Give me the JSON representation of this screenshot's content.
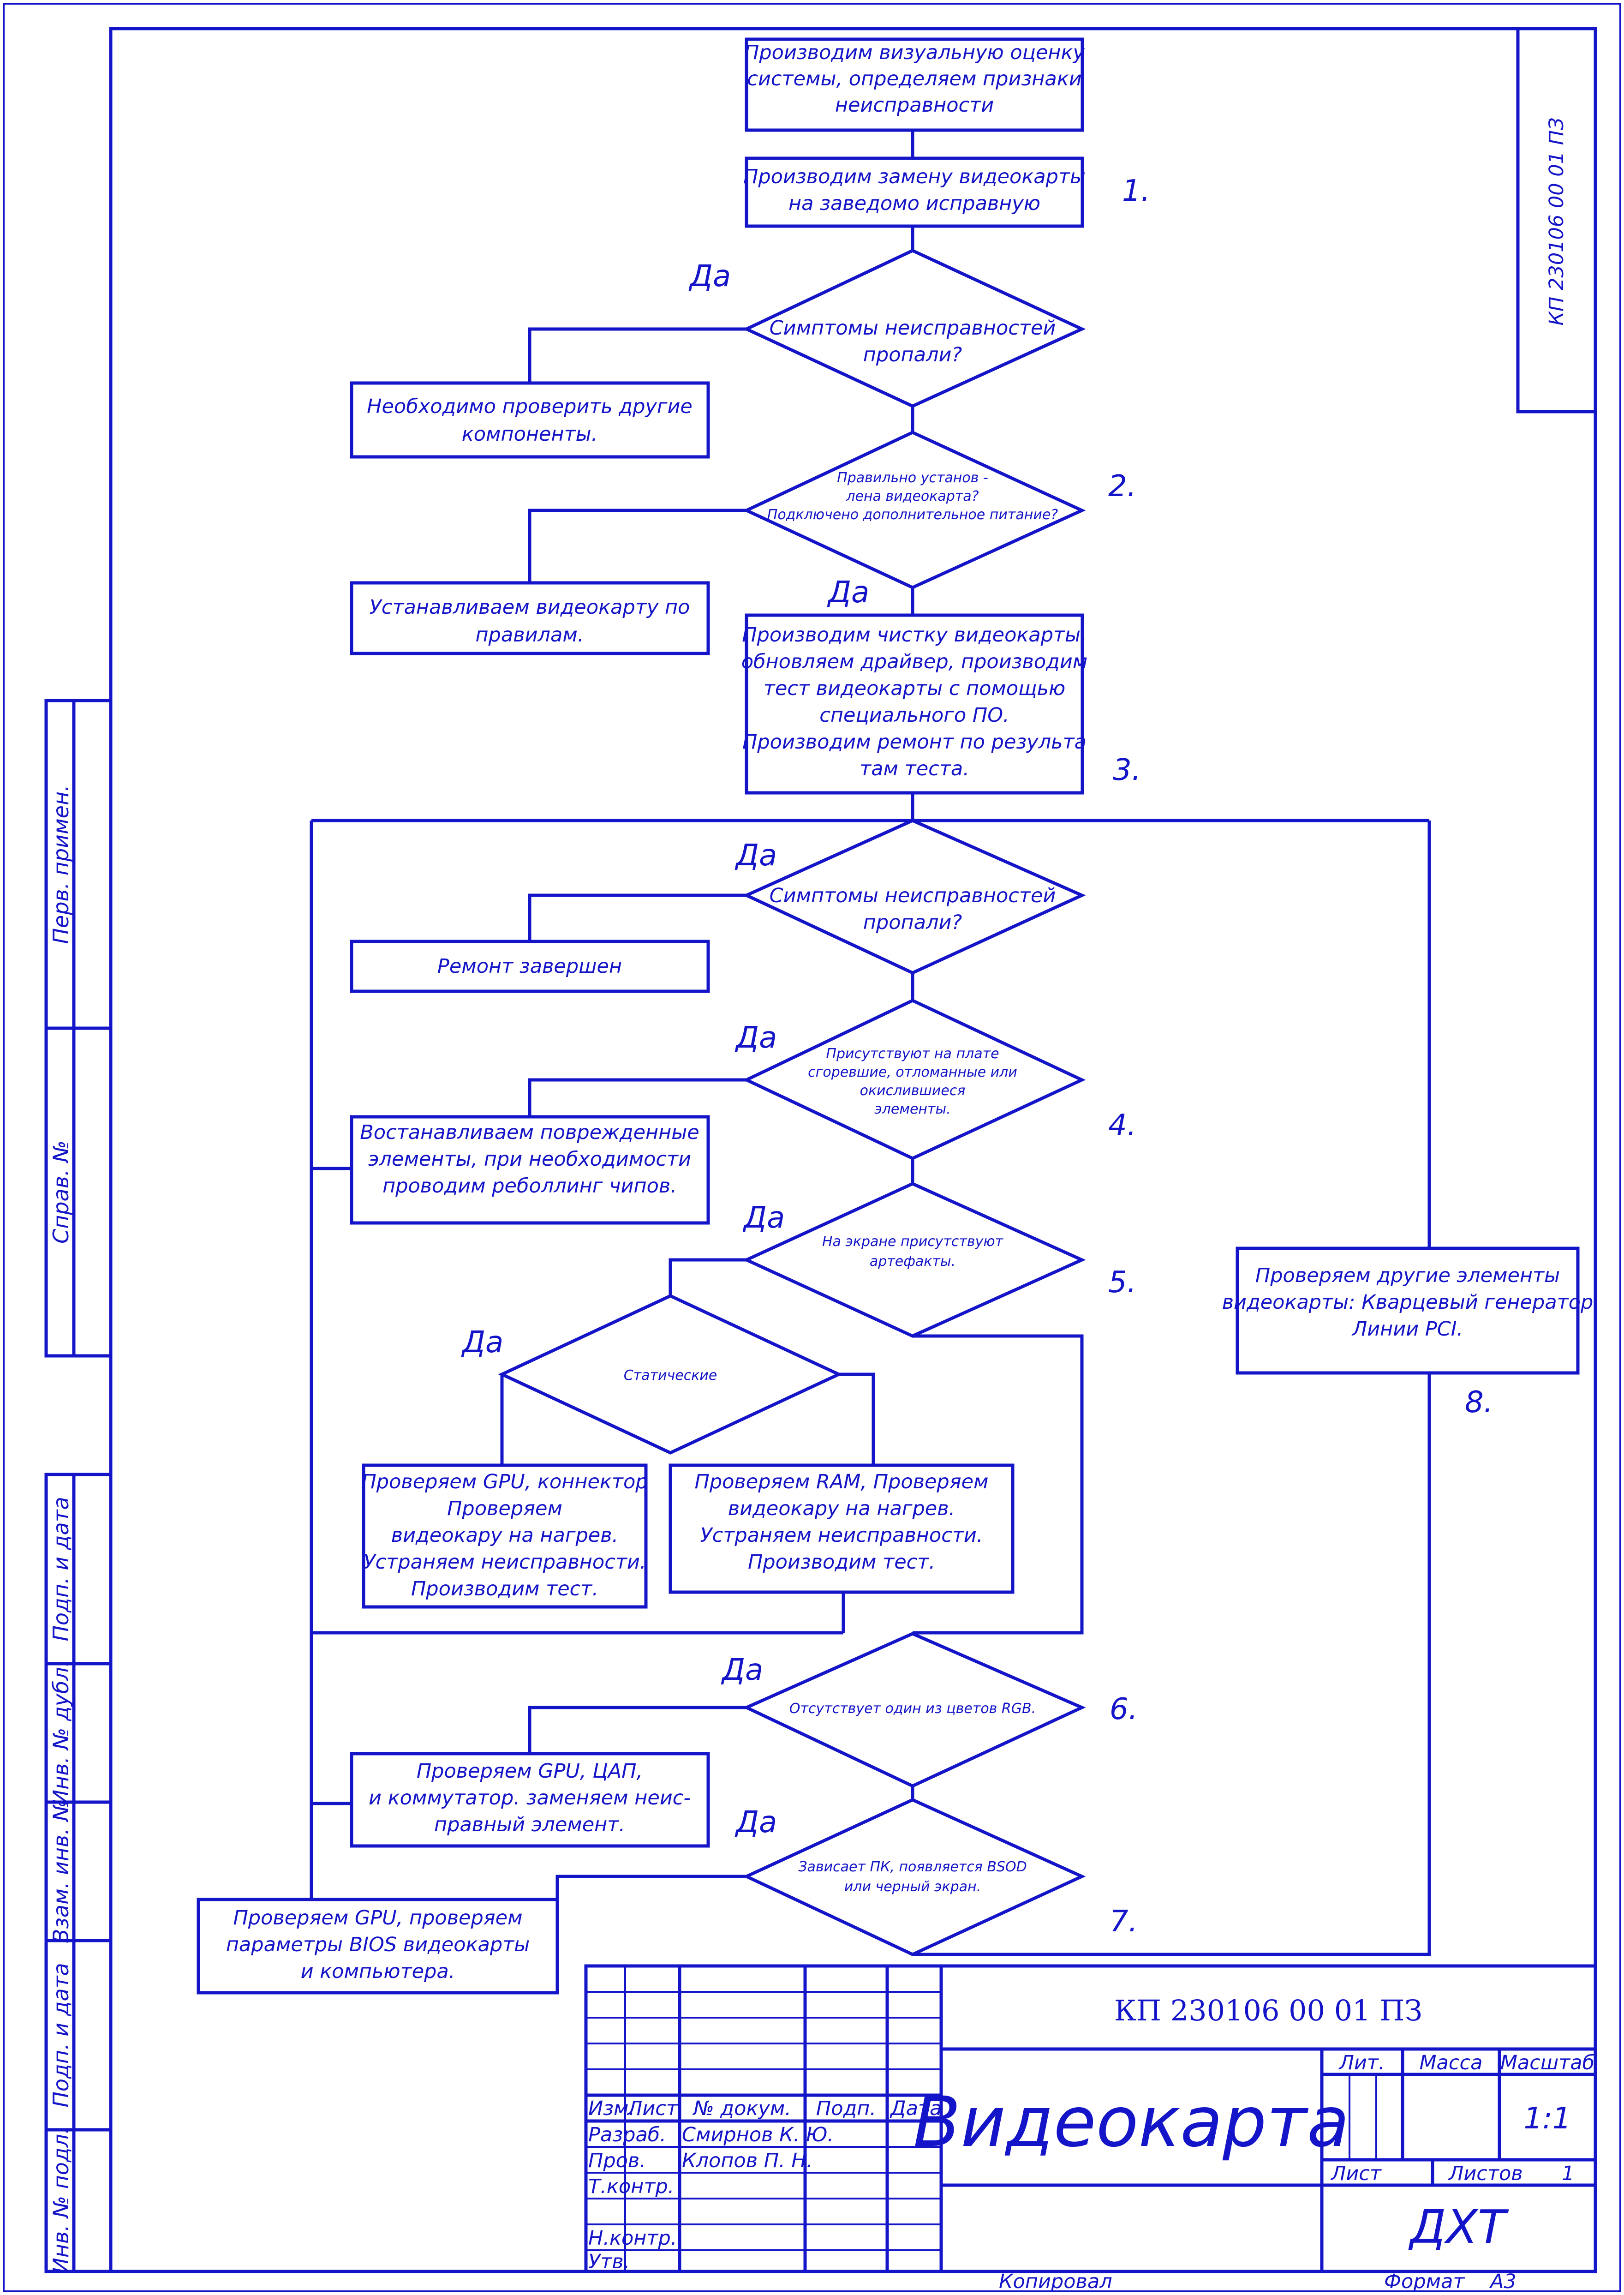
{
  "doc_code": "КП 230106 00 01 ПЗ",
  "flow": {
    "b1": [
      "Производим визуальную оценку",
      "системы, определяем признаки",
      "неисправности"
    ],
    "b2": [
      "Производим замену видеокарты",
      "на заведомо исправную"
    ],
    "d1": [
      "Симптомы неисправностей",
      "пропали?"
    ],
    "b3": [
      "Необходимо проверить другие",
      "компоненты."
    ],
    "d2": [
      "Правильно установ -",
      "лена видеокарта?",
      "Подключено дополнительное питание?"
    ],
    "b4": [
      "Устанавливаем видеокарту по",
      "правилам."
    ],
    "b5": [
      "Производим чистку видеокарты,",
      "обновляем драйвер, производим",
      "тест видеокарты с помощью",
      "специального ПО.",
      "Производим ремонт по результа",
      "там теста."
    ],
    "d3": [
      "Симптомы неисправностей",
      "пропали?"
    ],
    "b6": [
      "Ремонт завершен"
    ],
    "d4": [
      "Присутствуют на плате",
      "сгоревшие, отломанные или",
      "окислившиеся",
      "элементы."
    ],
    "b7": [
      "Востанавливаем поврежденные",
      "элементы, при необходимости",
      "проводим реболлинг чипов."
    ],
    "d5": [
      "На экране присутствуют",
      "артефакты."
    ],
    "d6": [
      "Статические"
    ],
    "b8": [
      "Проверяем GPU, коннектор",
      "Проверяем",
      "видеокару на нагрев.",
      "Устраняем неисправности.",
      "Производим тест."
    ],
    "b9": [
      "Проверяем RAM,  Проверяем",
      "видеокару на нагрев.",
      "Устраняем неисправности.",
      "Производим тест."
    ],
    "b10": [
      "Проверяем другие элементы",
      "видеокарты: Кварцевый генератор",
      "Линии PCI."
    ],
    "d7": [
      "Отсутствует один из цветов RGB."
    ],
    "b11": [
      "Проверяем GPU, ЦАП,",
      "и коммутатор. заменяем неис-",
      "правный элемент."
    ],
    "d8": [
      "Зависает ПК, появляется BSOD",
      "или черный экран."
    ],
    "b12": [
      "Проверяем GPU, проверяем",
      "параметры BIOS видеокарты",
      "и компьютера."
    ]
  },
  "yes_label": "Да",
  "step_numbers": [
    "1.",
    "2.",
    "3.",
    "4.",
    "5.",
    "6.",
    "7.",
    "8."
  ],
  "side_stamp": [
    "Перв. примен.",
    "Справ. №",
    "Подп. и дата",
    "Инв. № дубл.",
    "Взам. инв. №",
    "Подп. и дата",
    "Инв. № подл."
  ],
  "title_block": {
    "designation": "КП 230106 00 01 ПЗ",
    "col_headers": [
      "Изм.",
      "Лист",
      "№ докум.",
      "Подп.",
      "Дата"
    ],
    "roles": [
      "Разраб.",
      "Пров.",
      "Т.контр.",
      "Н.контр.",
      "Утв."
    ],
    "names": [
      "Смирнов К. Ю.",
      "Клопов П. Н."
    ],
    "product": "Видеокарта",
    "lit_label": "Лит.",
    "mass_label": "Масса",
    "scale_label": "Масштаб",
    "scale_value": "1:1",
    "sheet_label": "Лист",
    "sheets_label": "Листов",
    "sheets_value": "1",
    "org": "ДХТ"
  },
  "footer": {
    "copied": "Копировал",
    "format_label": "Формат",
    "format_value": "А3"
  },
  "colors": {
    "ink": "#1414c8",
    "paper": "#ffffff"
  }
}
